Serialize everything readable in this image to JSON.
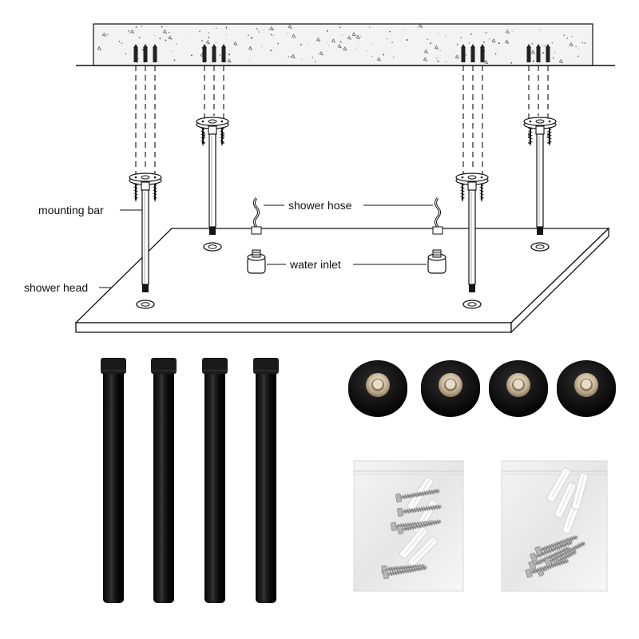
{
  "labels": {
    "mounting_bar": "mounting bar",
    "shower_head": "shower head",
    "shower_hose": "shower hose",
    "water_inlet": "water inlet"
  },
  "parts": {
    "bars": {
      "count": 4,
      "color": "#141414"
    },
    "flanges": {
      "count": 4,
      "color": "#121212",
      "insert_color": "#c8b89a"
    },
    "hardware_bags": {
      "count": 2
    }
  },
  "colors": {
    "line": "#111111",
    "panel": "#ffffff",
    "ceiling_fill": "#f2f2f2"
  }
}
